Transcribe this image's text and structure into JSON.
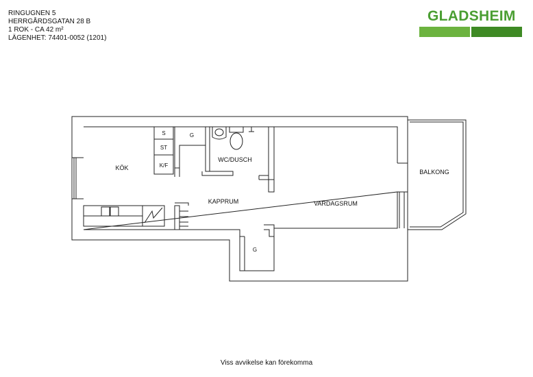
{
  "header": {
    "line1": "RINGUGNEN 5",
    "line2": "HERRGÅRDSGATAN 28 B",
    "line3": "1 ROK - CA 42 m²",
    "line4": "LÄGENHET:  74401-0052 (1201)"
  },
  "logo": {
    "text": "GLADSHEIM",
    "color_light": "#6cb33f",
    "color_dark": "#3e8a24"
  },
  "rooms": {
    "kok": "KÖK",
    "s": "S",
    "st": "ST",
    "kf": "K/F",
    "g1": "G",
    "wc": "WC/DUSCH",
    "kapprum": "KAPPRUM",
    "vardagsrum": "VARDAGSRUM",
    "balkong": "BALKONG",
    "g2": "G"
  },
  "footer": "Viss avvikelse kan förekomma"
}
